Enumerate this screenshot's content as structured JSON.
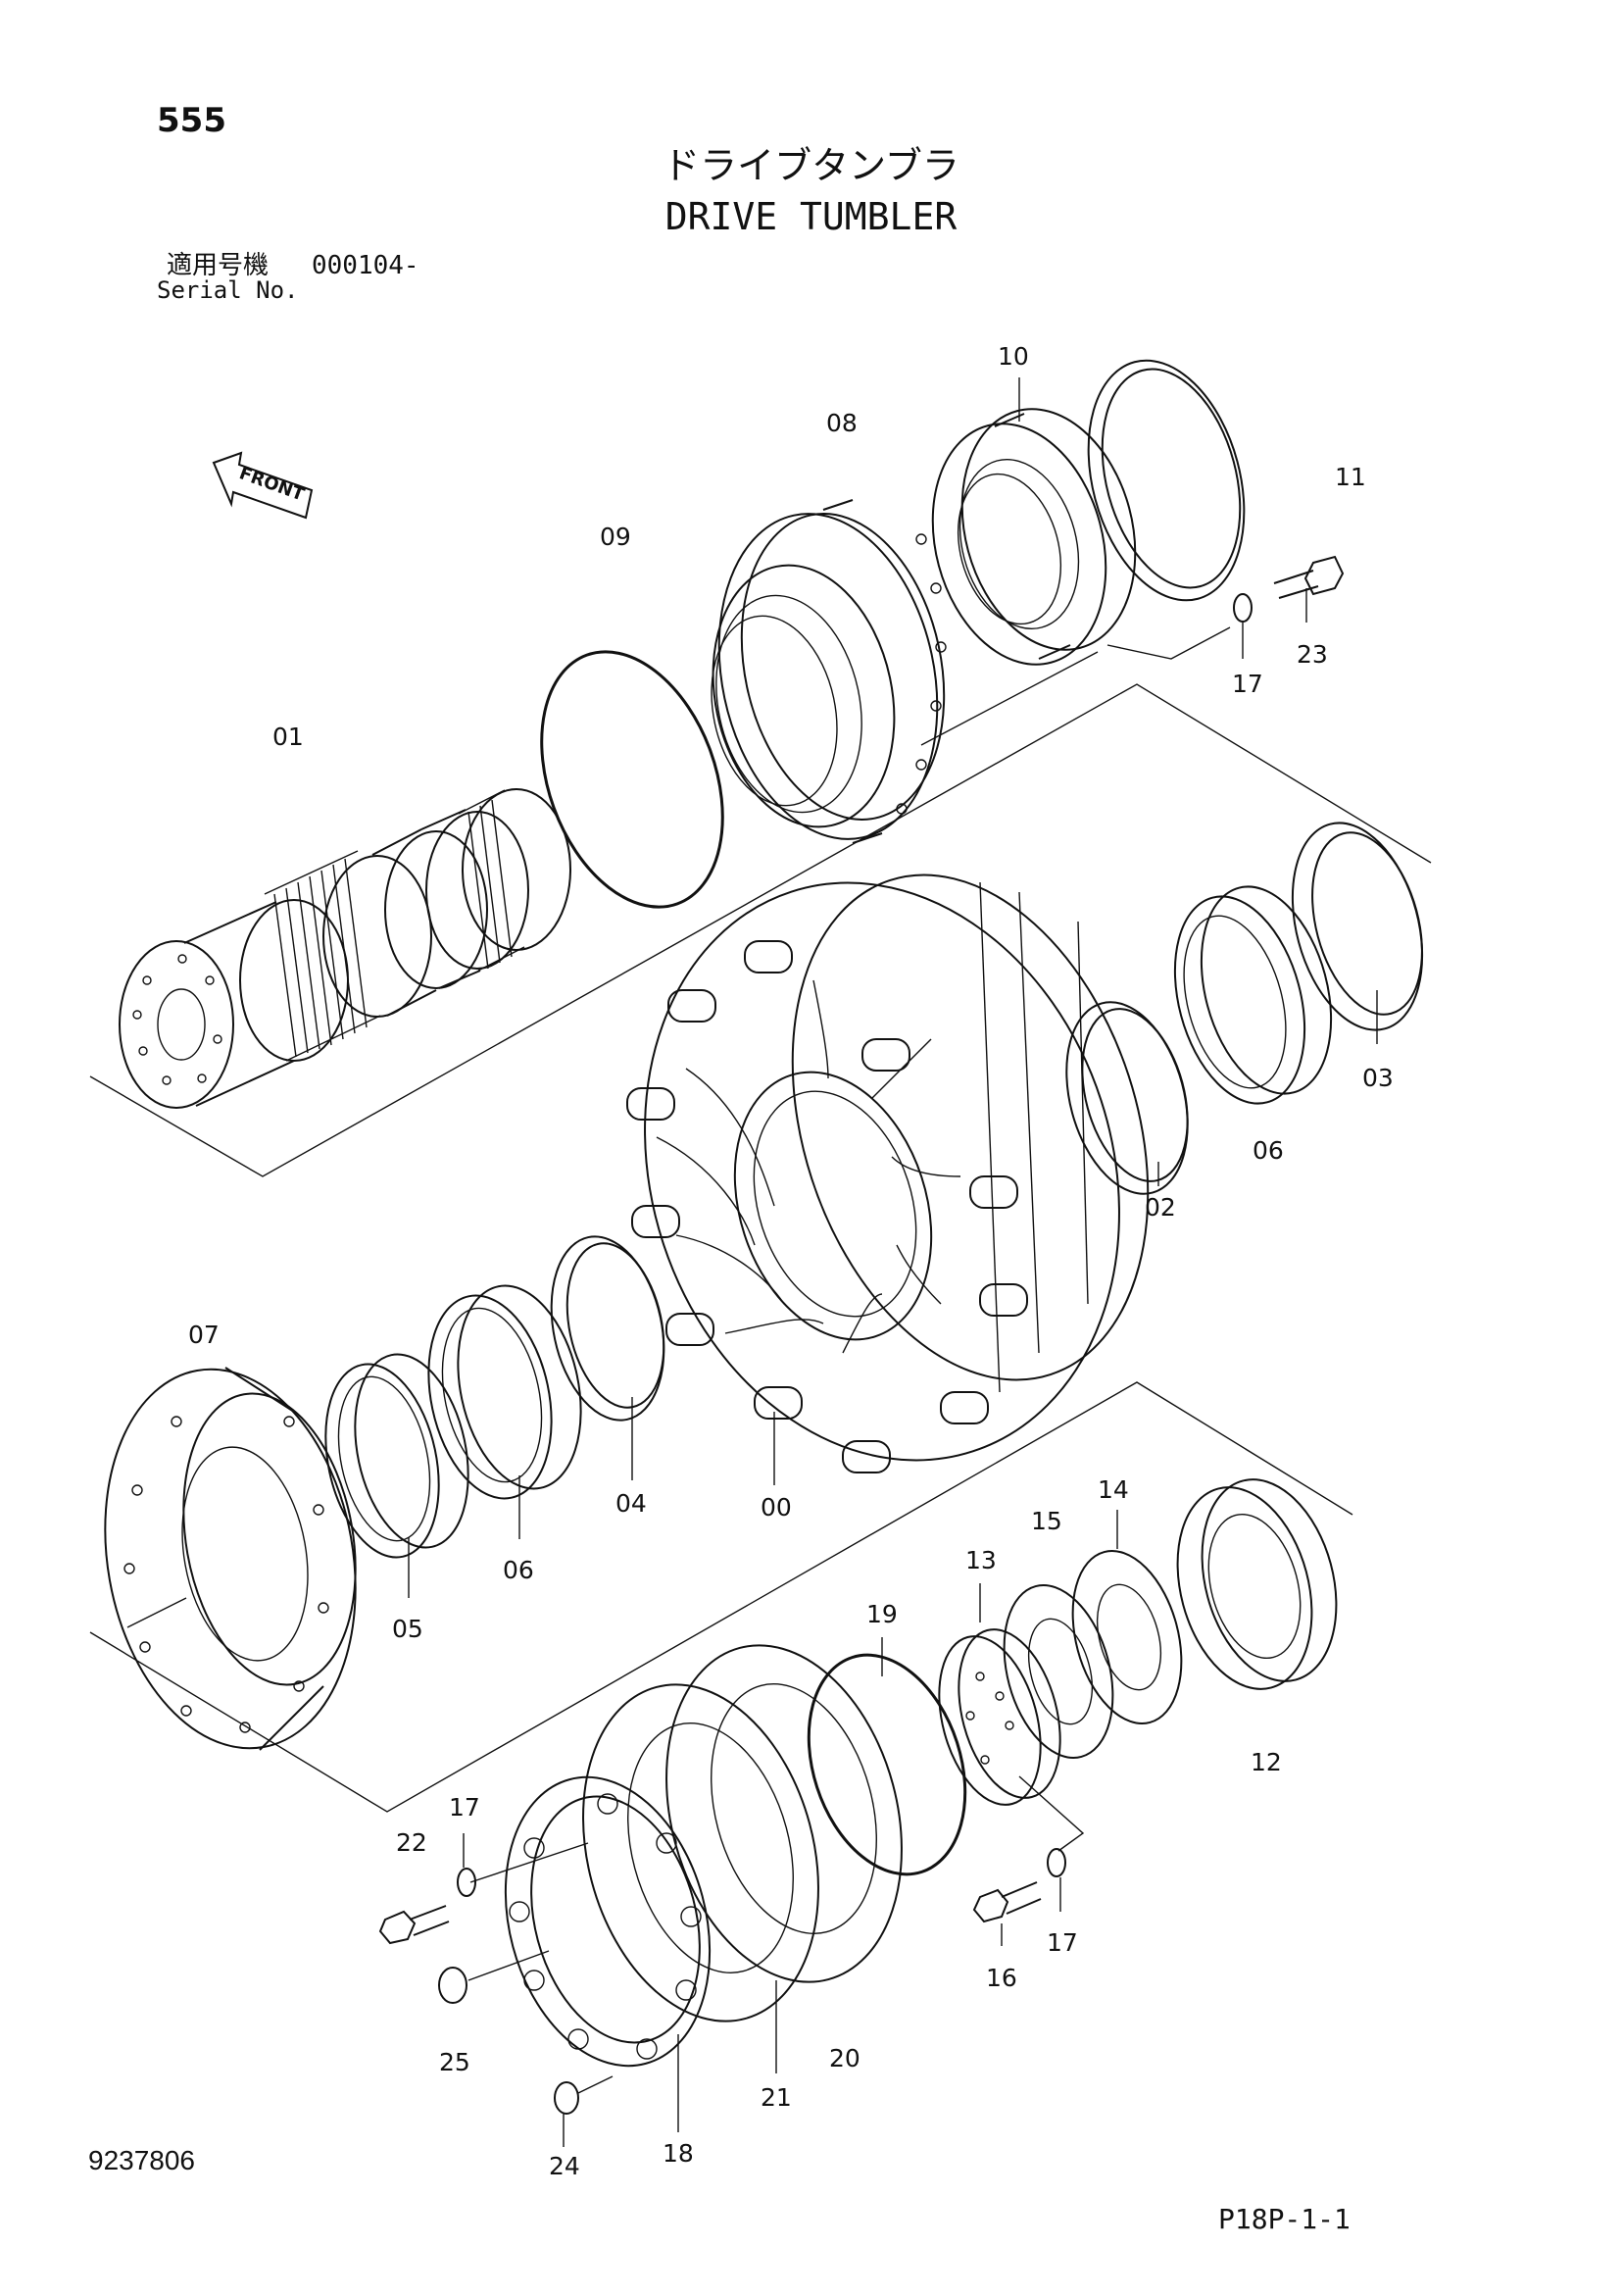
{
  "header": {
    "page_number": "555",
    "title_jp": "ドライブタンブラ",
    "title_en": "DRIVE TUMBLER",
    "serial_label_jp": "適用号機",
    "serial_value": "000104-",
    "serial_label_en": "Serial No."
  },
  "footer": {
    "document_number": "9237806",
    "page_code": "P18P-1-1"
  },
  "diagram": {
    "front_label": "FRONT",
    "callouts": {
      "p00": "00",
      "p01": "01",
      "p02": "02",
      "p03": "03",
      "p04": "04",
      "p05": "05",
      "p06a": "06",
      "p06b": "06",
      "p07": "07",
      "p08": "08",
      "p09": "09",
      "p10": "10",
      "p11": "11",
      "p12": "12",
      "p13": "13",
      "p14": "14",
      "p15": "15",
      "p16": "16",
      "p17a": "17",
      "p17b": "17",
      "p17c": "17",
      "p18": "18",
      "p19": "19",
      "p20": "20",
      "p21": "21",
      "p22": "22",
      "p23": "23",
      "p24": "24",
      "p25": "25"
    }
  }
}
